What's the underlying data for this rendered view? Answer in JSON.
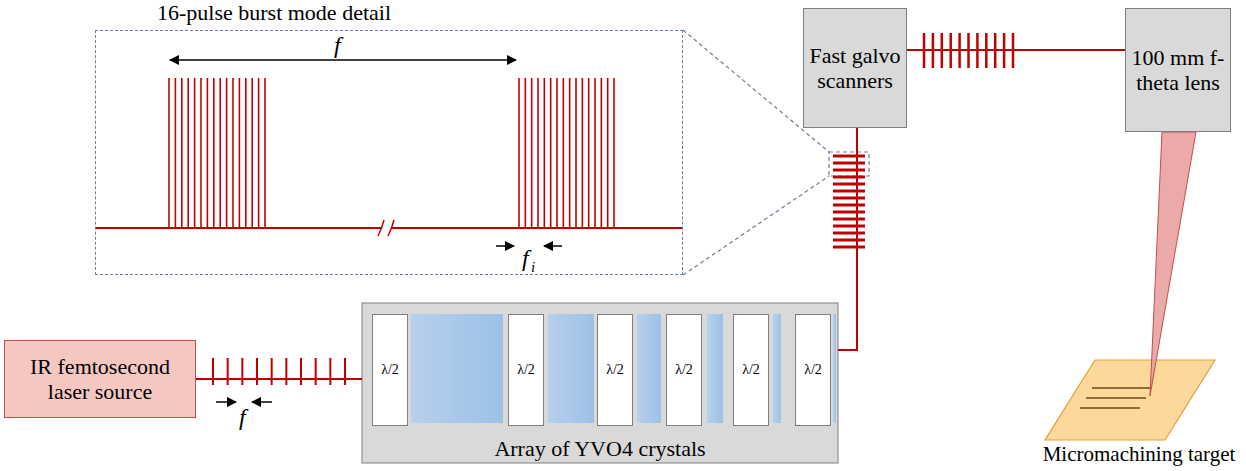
{
  "diagram": {
    "nodes": [
      {
        "text": [
          "16-pulse burst mode detail"
        ]
      },
      {
        "text": [
          "Fast galvo scanners"
        ]
      },
      {
        "text": [
          "100 mm f-theta lens"
        ]
      },
      {
        "text": [
          "IR femtosecond laser source"
        ]
      },
      {
        "text": [
          "Array of YVO4 crystals"
        ]
      },
      {
        "text": [
          "λ/2"
        ],
        "in": 4
      },
      {
        "text": [
          "λ/2"
        ],
        "in": 4
      },
      {
        "text": [
          "λ/2"
        ],
        "in": 4
      },
      {
        "text": [
          "λ/2"
        ],
        "in": 4
      },
      {
        "text": [
          "λ/2"
        ],
        "in": 4
      },
      {
        "text": [
          "λ/2"
        ],
        "in": 4
      },
      {
        "text": [
          "Micromachining target"
        ]
      }
    ],
    "edges": [
      {
        "from": 3,
        "to": 4,
        "arrow": "none"
      },
      {
        "from": 4,
        "to": 1,
        "arrow": "none"
      },
      {
        "from": 1,
        "to": 2,
        "arrow": "none"
      },
      {
        "from": 2,
        "to": 11,
        "arrow": "none"
      }
    ],
    "labels": [
      "f",
      "f",
      "i",
      "f"
    ]
  }
}
